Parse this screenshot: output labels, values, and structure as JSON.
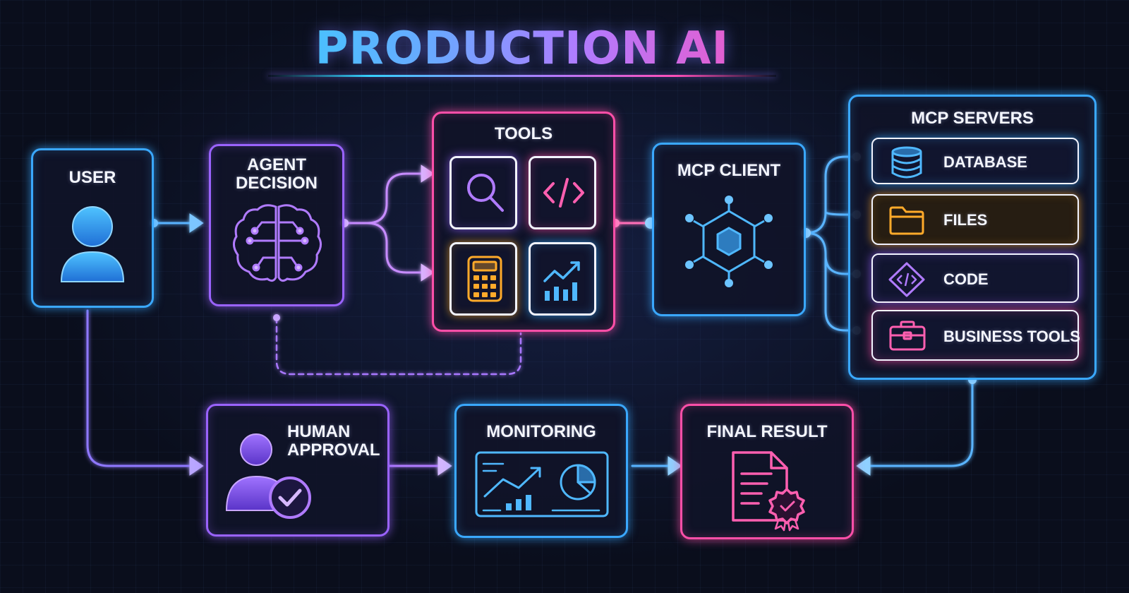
{
  "title": "PRODUCTION AI AGENT",
  "nodes": {
    "user": "USER",
    "agent_decision": [
      "AGENT",
      "DECISION"
    ],
    "tools": "TOOLS",
    "mcp_client": "MCP CLIENT",
    "mcp_servers": "MCP SERVERS",
    "human_approval": [
      "HUMAN",
      "APPROVAL"
    ],
    "monitoring": "MONITORING",
    "final_result": "FINAL RESULT"
  },
  "mcp_servers": [
    {
      "label": "DATABASE",
      "icon": "database-icon",
      "color": "#3aa8ff"
    },
    {
      "label": "FILES",
      "icon": "folder-icon",
      "color": "#ffaa2a"
    },
    {
      "label": "CODE",
      "icon": "code-icon",
      "color": "#9a63ff"
    },
    {
      "label": "BUSINESS TOOLS",
      "icon": "briefcase-icon",
      "color": "#ff4fa8"
    }
  ],
  "tools": [
    {
      "icon": "magnifier-icon",
      "color": "#9a63ff"
    },
    {
      "icon": "code-icon",
      "color": "#ff4fa8"
    },
    {
      "icon": "calculator-icon",
      "color": "#ffaa2a"
    },
    {
      "icon": "chart-icon",
      "color": "#3aa8ff"
    }
  ],
  "colors": {
    "blue": "#3aa8ff",
    "purple": "#9a63ff",
    "pink": "#ff4fa8",
    "orange": "#ffaa2a",
    "background": "#0a0e1c"
  }
}
